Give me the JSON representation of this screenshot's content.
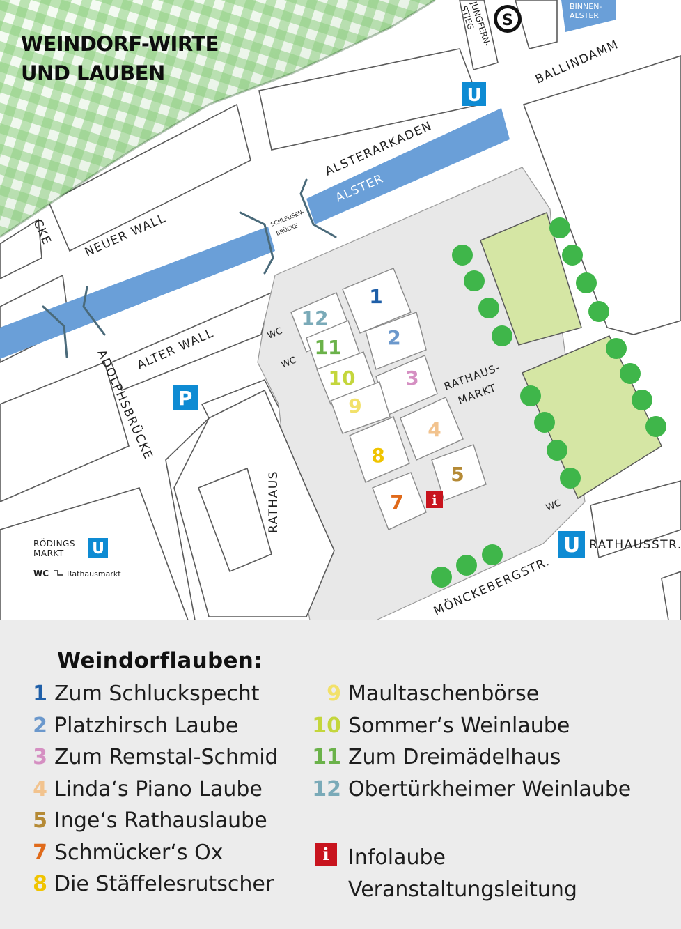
{
  "map": {
    "title_line1": "WEINDORF-WIRTE",
    "title_line2": "UND LAUBEN",
    "streets": {
      "jungfernstieg": [
        "JUNGFERN-",
        "STIEG"
      ],
      "binnenalster": [
        "BINNEN-",
        "ALSTER"
      ],
      "ballindamm": "BALLINDAMM",
      "alsterarkaden": "ALSTERARKADEN",
      "alster": "ALSTER",
      "schleusenbruecke": [
        "SCHLEUSEN-",
        "BRÜCKE"
      ],
      "neuer_wall": "NEUER WALL",
      "bruecke_partial": "CKE",
      "alter_wall": "ALTER WALL",
      "adolphsbruecke": "ADOLPHSBRÜCKE",
      "rathaus": "RATHAUS",
      "rathausmarkt": [
        "RATHAUS-",
        "MARKT"
      ],
      "moenckebergstr": "MÖNCKEBERGSTR.",
      "rathausstr": "RATHAUSSTR."
    },
    "symbols": {
      "u_label": "U",
      "s_label": "S",
      "p_label": "P",
      "wc_label": "WC",
      "info_label": "i"
    },
    "roedingsmarkt": [
      "RÖDINGS-",
      "MARKT"
    ],
    "wc_note": "Rathausmarkt",
    "booths": [
      {
        "num": "1",
        "color": "#1f5fa8"
      },
      {
        "num": "2",
        "color": "#6b98cc"
      },
      {
        "num": "3",
        "color": "#d58fc2"
      },
      {
        "num": "4",
        "color": "#f2c38e"
      },
      {
        "num": "5",
        "color": "#b58a35"
      },
      {
        "num": "7",
        "color": "#e06a1a"
      },
      {
        "num": "8",
        "color": "#f0c400"
      },
      {
        "num": "9",
        "color": "#f2e16a"
      },
      {
        "num": "10",
        "color": "#c4d63c"
      },
      {
        "num": "11",
        "color": "#6bb24a"
      },
      {
        "num": "12",
        "color": "#7aaab8"
      }
    ],
    "colors": {
      "water": "#6a9fd8",
      "park": "#d5e6a4",
      "tree": "#3fb64a",
      "plaza": "#e8e8e8",
      "ubahn": "#0e8bd3",
      "info": "#c8141e"
    }
  },
  "legend": {
    "title": "Weindorflauben:",
    "left": [
      {
        "num": "1",
        "name": "Zum Schluckspecht",
        "color": "#1f5fa8"
      },
      {
        "num": "2",
        "name": "Platzhirsch Laube",
        "color": "#6b98cc"
      },
      {
        "num": "3",
        "name": "Zum Remstal-Schmid",
        "color": "#d58fc2"
      },
      {
        "num": "4",
        "name": "Linda‘s Piano Laube",
        "color": "#f2c38e"
      },
      {
        "num": "5",
        "name": "Inge‘s Rathauslaube",
        "color": "#b58a35"
      },
      {
        "num": "7",
        "name": "Schmücker‘s Ox",
        "color": "#e06a1a"
      },
      {
        "num": "8",
        "name": "Die Stäffelesrutscher",
        "color": "#f0c400"
      }
    ],
    "right": [
      {
        "num": "9",
        "name": "Maultaschenbörse",
        "color": "#f2e16a"
      },
      {
        "num": "10",
        "name": "Sommer‘s Weinlaube",
        "color": "#c4d63c"
      },
      {
        "num": "11",
        "name": "Zum Dreimädelhaus",
        "color": "#6bb24a"
      },
      {
        "num": "12",
        "name": "Obertürkheimer Weinlaube",
        "color": "#7aaab8"
      }
    ],
    "info_icon": "i",
    "info_line1": "Infolaube",
    "info_line2": "Veranstaltungsleitung"
  }
}
